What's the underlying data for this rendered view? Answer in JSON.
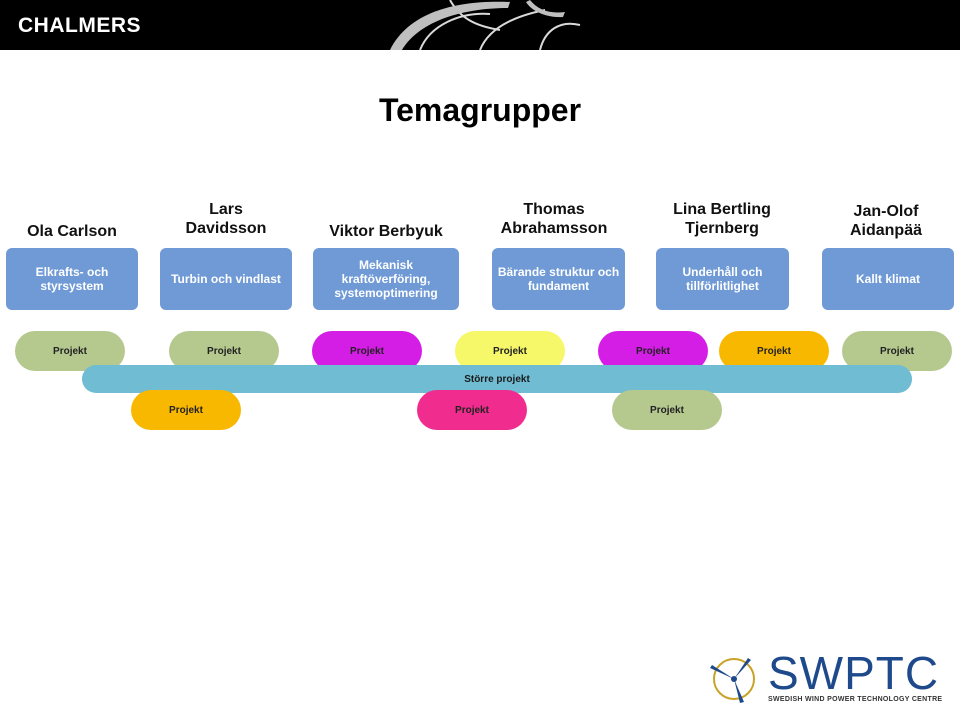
{
  "header": {
    "brand": "CHALMERS",
    "background": "#000000"
  },
  "title": "Temagrupper",
  "people": [
    {
      "name": "Ola Carlson"
    },
    {
      "name": "Lars\nDavidsson"
    },
    {
      "name": "Viktor Berbyuk"
    },
    {
      "name": "Thomas\nAbrahamsson"
    },
    {
      "name": "Lina Bertling\nTjernberg"
    },
    {
      "name": "Jan-Olof\nAidanpää"
    }
  ],
  "groups": [
    {
      "label": "Elkrafts- och\nstyrsystem",
      "color": "#6f9ad6"
    },
    {
      "label": "Turbin och vindlast",
      "color": "#6f9ad6"
    },
    {
      "label": "Mekanisk\nkraftöverföring,\nsystemoptimering",
      "color": "#6f9ad6"
    },
    {
      "label": "Bärande struktur och\nfundament",
      "color": "#6f9ad6"
    },
    {
      "label": "Underhåll och\ntillförlitlighet",
      "color": "#6f9ad6"
    },
    {
      "label": "Kallt klimat",
      "color": "#6f9ad6"
    }
  ],
  "projects_top": [
    {
      "label": "Projekt",
      "color": "#b5c98f"
    },
    {
      "label": "Projekt",
      "color": "#b5c98f"
    },
    {
      "label": "Projekt",
      "color": "#d41ee6"
    },
    {
      "label": "Projekt",
      "color": "#f6f86a"
    },
    {
      "label": "Projekt",
      "color": "#d41ee6"
    },
    {
      "label": "Projekt",
      "color": "#f9b800"
    },
    {
      "label": "Projekt",
      "color": "#b5c98f"
    }
  ],
  "large_project": {
    "label": "Större projekt",
    "color": "#6fbcd3"
  },
  "projects_bottom": [
    {
      "label": "Projekt",
      "color": "#f9b800"
    },
    {
      "label": "Projekt",
      "color": "#f02d8e"
    },
    {
      "label": "Projekt",
      "color": "#b5c98f"
    }
  ],
  "footer_logo": {
    "name": "SWPTC",
    "subtitle": "SWEDISH WIND POWER TECHNOLOGY CENTRE"
  }
}
